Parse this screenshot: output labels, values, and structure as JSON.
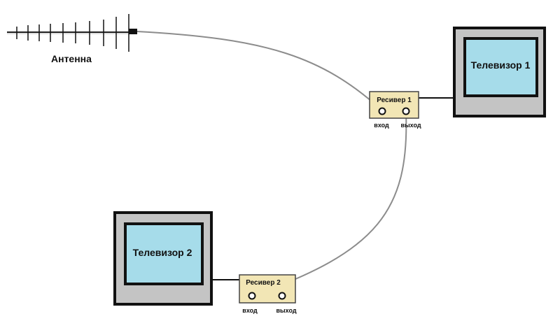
{
  "antenna": {
    "label": "Антенна"
  },
  "tv1": {
    "label": "Телевизор 1"
  },
  "tv2": {
    "label": "Телевизор 2"
  },
  "receiver1": {
    "label": "Ресивер 1",
    "input_label": "вход",
    "output_label": "выход"
  },
  "receiver2": {
    "label": "Ресивер 2",
    "input_label": "вход",
    "output_label": "выход"
  },
  "colors": {
    "screen": "#a6dcea",
    "tv_body": "#c4c4c4",
    "receiver": "#f2e6b5",
    "cable": "#8c8c8c"
  }
}
